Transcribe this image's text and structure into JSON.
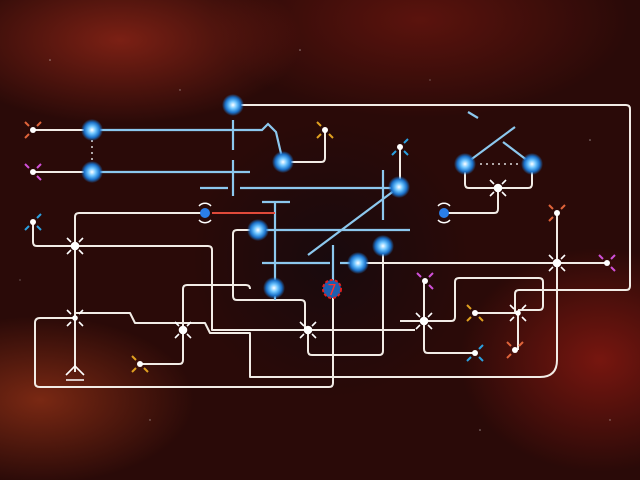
{
  "game": {
    "counter_badge": "7",
    "colors": {
      "wire": "#f2ece6",
      "beam": "#8cc8ee",
      "orb": "#4ab0ff",
      "laser": "#e04a3a",
      "orange": "#e0643a",
      "magenta": "#d050d8",
      "blue": "#2aa0e0",
      "yellow": "#e0a020",
      "badge": "#e02020"
    },
    "emitters": [
      {
        "color": "orange"
      },
      {
        "color": "magenta"
      },
      {
        "color": "blue"
      },
      {
        "color": "yellow"
      },
      {
        "color": "blue"
      },
      {
        "color": "yellow"
      },
      {
        "color": "orange"
      },
      {
        "color": "magenta"
      },
      {
        "color": "magenta"
      },
      {
        "color": "yellow"
      },
      {
        "color": "blue"
      },
      {
        "color": "orange"
      }
    ]
  }
}
